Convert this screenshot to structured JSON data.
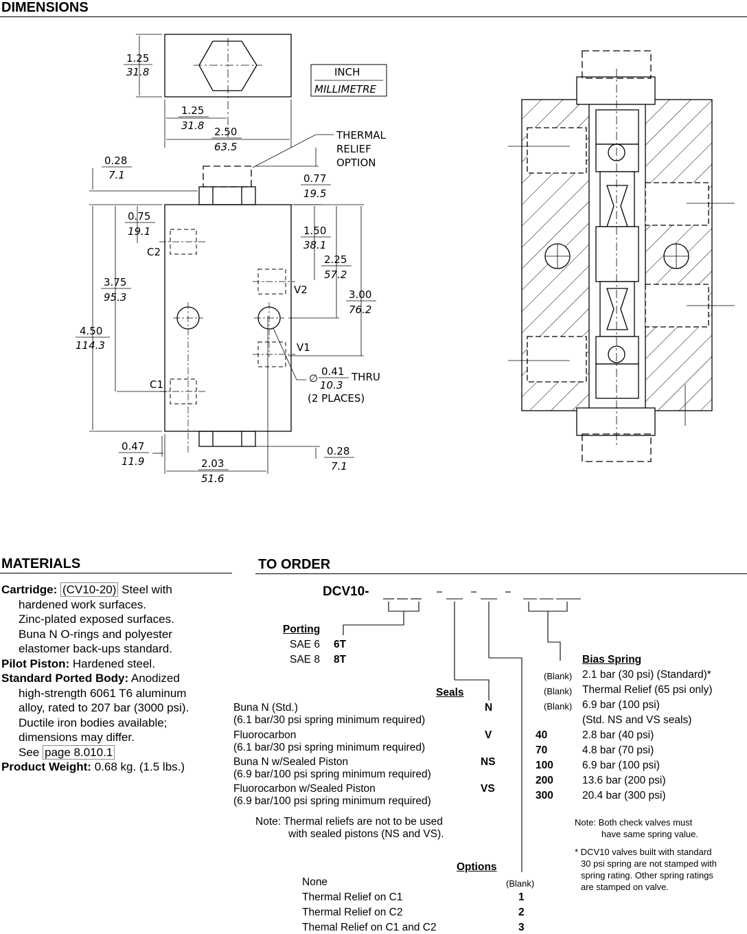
{
  "sections": {
    "dimensions_title": "DIMENSIONS",
    "materials_title": "MATERIALS",
    "order_title": "TO ORDER"
  },
  "drawing": {
    "unit_top": "INCH",
    "unit_bottom": "MILLIMETRE",
    "thermal_relief_1": "THERMAL",
    "thermal_relief_2": "RELIEF",
    "thermal_relief_3": "OPTION",
    "dims": [
      {
        "in": "1.25",
        "mm": "31.8"
      },
      {
        "in": "1.25",
        "mm": "31.8"
      },
      {
        "in": "2.50",
        "mm": "63.5"
      },
      {
        "in": "0.28",
        "mm": "7.1"
      },
      {
        "in": "0.77",
        "mm": "19.5"
      },
      {
        "in": "0.75",
        "mm": "19.1"
      },
      {
        "in": "1.50",
        "mm": "38.1"
      },
      {
        "in": "2.25",
        "mm": "57.2"
      },
      {
        "in": "3.75",
        "mm": "95.3"
      },
      {
        "in": "3.00",
        "mm": "76.2"
      },
      {
        "in": "4.50",
        "mm": "114.3"
      },
      {
        "in": "0.47",
        "mm": "11.9"
      },
      {
        "in": "2.03",
        "mm": "51.6"
      },
      {
        "in": "0.28",
        "mm": "7.1"
      }
    ],
    "hole_in": "0.41",
    "hole_mm": "10.3",
    "hole_thru": "THRU",
    "hole_places": "(2 PLACES)",
    "ports": {
      "c1": "C1",
      "c2": "C2",
      "v1": "V1",
      "v2": "V2"
    }
  },
  "materials": {
    "cartridge_label": "Cartridge:",
    "cartridge_ref": "(CV10-20)",
    "cartridge_text1": "Steel with",
    "cartridge_lines": [
      "hardened work surfaces.",
      "Zinc-plated exposed surfaces.",
      "Buna N O-rings and polyester",
      "elastomer back-ups standard."
    ],
    "pilot_label": "Pilot Piston:",
    "pilot_text": "Hardened steel.",
    "body_label": "Standard Ported Body:",
    "body_text1": "Anodized",
    "body_lines": [
      "high-strength 6061 T6 aluminum",
      "alloy, rated to 207 bar (3000 psi).",
      "Ductile iron bodies available;",
      "dimensions may differ."
    ],
    "see_text": "See",
    "see_ref": "page 8.010.1",
    "weight_label": "Product Weight:",
    "weight_text": "0.68 kg. (1.5 lbs.)"
  },
  "order": {
    "code": "DCV10-",
    "porting": {
      "title": "Porting",
      "rows": [
        [
          "SAE 6",
          "6T"
        ],
        [
          "SAE 8",
          "8T"
        ]
      ]
    },
    "seals": {
      "title": "Seals",
      "rows": [
        {
          "name": "Buna N (Std.)",
          "note": "(6.1 bar/30 psi spring minimum required)",
          "code": "N"
        },
        {
          "name": "Fluorocarbon",
          "note": "(6.1 bar/30 psi spring minimum required)",
          "code": "V"
        },
        {
          "name": "Buna N w/Sealed Piston",
          "note": "(6.9 bar/100 psi spring minimum required)",
          "code": "NS"
        },
        {
          "name": "Fluorocarbon w/Sealed Piston",
          "note": "(6.9 bar/100 psi spring minimum required)",
          "code": "VS"
        }
      ],
      "note1": "Note: Thermal reliefs are not to be used",
      "note2": "with sealed pistons (NS and VS)."
    },
    "options": {
      "title": "Options",
      "rows": [
        [
          "None",
          "(Blank)"
        ],
        [
          "Thermal Relief on C1",
          "1"
        ],
        [
          "Thermal Relief on C2",
          "2"
        ],
        [
          "Themal Relief on C1 and C2",
          "3"
        ]
      ]
    },
    "bias": {
      "title": "Bias Spring",
      "rows": [
        [
          "(Blank)",
          "2.1 bar (30 psi) (Standard)*"
        ],
        [
          "(Blank)",
          "Thermal Relief (65 psi only)"
        ],
        [
          "(Blank)",
          "6.9 bar (100 psi)"
        ],
        [
          "",
          "(Std. NS and VS seals)"
        ],
        [
          "40",
          "2.8 bar (40 psi)"
        ],
        [
          "70",
          "4.8 bar (70 psi)"
        ],
        [
          "100",
          "6.9 bar (100 psi)"
        ],
        [
          "200",
          "13.6 bar (200 psi)"
        ],
        [
          "300",
          "20.4 bar (300 psi)"
        ]
      ],
      "note_lines": [
        "Note: Both check valves must",
        "have same spring value."
      ],
      "star_lines": [
        "* DCV10 valves built with standard",
        "30 psi spring are not stamped with",
        "spring rating. Other spring ratings",
        "are stamped on valve."
      ]
    }
  }
}
